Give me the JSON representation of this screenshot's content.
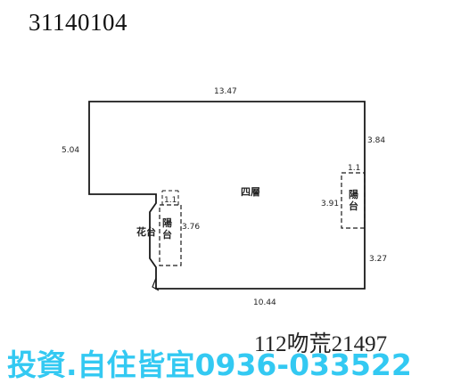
{
  "doc_id": "31140104",
  "floor_plan": {
    "floor_label": "四層",
    "balcony_label": "陽台",
    "planter_label": "花台",
    "dims": {
      "top": "13.47",
      "left": "5.04",
      "right_upper": "3.84",
      "right_lower": "3.27",
      "bottom": "10.44",
      "balcony_right_width": "1.1",
      "balcony_right_depth": "3.91",
      "balcony_left_width": "1.1",
      "balcony_left_depth": "3.76"
    },
    "line_color": "#1a1a1a"
  },
  "survey_ref": "112吻荒21497",
  "ad_text": "投資.自住皆宜0936-033522",
  "ad_color": "#33c9f2"
}
